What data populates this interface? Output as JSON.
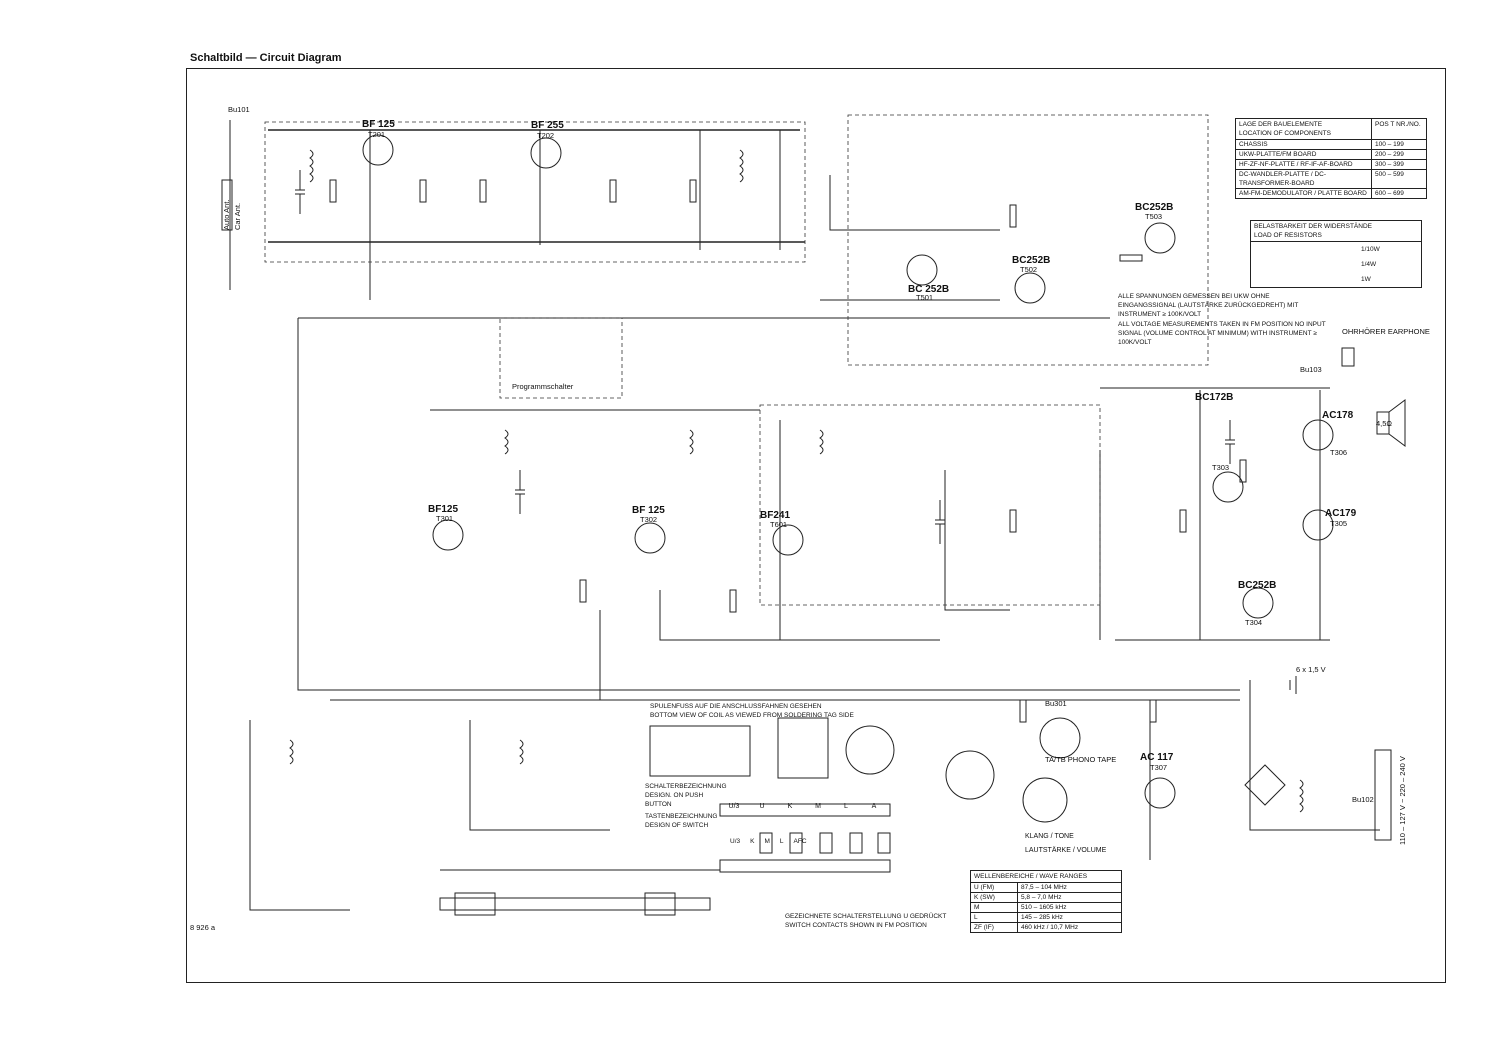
{
  "title": "Schaltbild — Circuit Diagram",
  "footer_code": "8 926 a",
  "transistors": [
    {
      "ref": "T201",
      "type": "BF 125"
    },
    {
      "ref": "T202",
      "type": "BF 255"
    },
    {
      "ref": "T501",
      "type": "BC 252B"
    },
    {
      "ref": "T502",
      "type": "BC252B"
    },
    {
      "ref": "T503",
      "type": "BC252B"
    },
    {
      "ref": "T301",
      "type": "BF125"
    },
    {
      "ref": "T302",
      "type": "BF 125"
    },
    {
      "ref": "T601",
      "type": "BF241"
    },
    {
      "ref": "T303",
      "type": "BC172B"
    },
    {
      "ref": "T304",
      "type": "BC252B"
    },
    {
      "ref": "T305",
      "type": "AC179"
    },
    {
      "ref": "T306",
      "type": "AC178"
    },
    {
      "ref": "T307",
      "type": "AC 117"
    }
  ],
  "location_table": {
    "header_de": "LAGE DER BAUELEMENTE",
    "header_en": "LOCATION OF COMPONENTS",
    "col_pos": "POS T NR./NO.",
    "rows": [
      {
        "board": "CHASSIS",
        "range": "100 – 199"
      },
      {
        "board": "UKW-PLATTE/FM BOARD",
        "range": "200 – 299"
      },
      {
        "board": "HF-ZF-NF-PLATTE / RF-IF-AF-BOARD",
        "range": "300 – 399"
      },
      {
        "board": "DC-WANDLER-PLATTE / DC-TRANSFORMER-BOARD",
        "range": "500 – 599"
      },
      {
        "board": "AM-FM-DEMODULATOR / PLATTE BOARD",
        "range": "600 – 699"
      }
    ]
  },
  "resistor_load": {
    "header_de": "BELASTBARKEIT DER WIDERSTÄNDE",
    "header_en": "LOAD OF RESISTORS",
    "rows": [
      "1/10W",
      "1/4W",
      "1W"
    ]
  },
  "voltage_note_de": "ALLE SPANNUNGEN GEMESSEN BEI UKW OHNE EINGANGSSIGNAL (LAUTSTÄRKE ZURÜCKGEDREHT) MIT INSTRUMENT ≥ 100K/VOLT",
  "voltage_note_en": "ALL VOLTAGE MEASUREMENTS TAKEN IN FM POSITION NO INPUT SIGNAL (VOLUME CONTROL AT MINIMUM) WITH INSTRUMENT ≥ 100K/VOLT",
  "earphone_label": "OHRHÖRER EARPHONE",
  "speaker_label": "4,5Ω",
  "program_switch_label": "Programmschalter",
  "coil_note_de": "SPULENFUSS AUF DIE ANSCHLUSSFAHNEN GESEHEN",
  "coil_note_en": "BOTTOM VIEW OF COIL AS VIEWED FROM SOLDERING TAG SIDE",
  "switch_label_de": "SCHALTERBEZEICHNUNG",
  "switch_label_en": "DESIGN. ON PUSH BUTTON",
  "switch_design_de": "TASTENBEZEICHNUNG",
  "switch_design_en": "DESIGN OF SWITCH",
  "switch_buttons": [
    "U/3",
    "U",
    "K",
    "M",
    "L",
    "A"
  ],
  "switch_keys": [
    "U/3",
    "K",
    "M",
    "L",
    "AFC"
  ],
  "switch_contacts_de": "GEZEICHNETE SCHALTERSTELLUNG U GEDRÜCKT",
  "switch_contacts_en": "SWITCH CONTACTS SHOWN IN FM POSITION",
  "phono_label": "TA/TB PHONO TAPE",
  "klang_label": "KLANG / TONE",
  "laut_label": "LAUTSTÄRKE / VOLUME",
  "wave_table": {
    "header": "WELLENBEREICHE / WAVE RANGES",
    "rows": [
      {
        "band": "U (FM)",
        "range": "87,5 – 104 MHz"
      },
      {
        "band": "K (SW)",
        "range": "5,8 – 7,0 MHz"
      },
      {
        "band": "M",
        "range": "510 – 1605 kHz"
      },
      {
        "band": "L",
        "range": "145 – 285 kHz"
      },
      {
        "band": "ZF (IF)",
        "range": "460 kHz / 10,7 MHz"
      }
    ]
  },
  "battery_label": "6 x 1,5 V",
  "mains_label": "110 – 127 V ~ 220 – 240 V",
  "antenna_labels": [
    "Auto Ant.",
    "Car Ant."
  ],
  "connector_labels": [
    "Bu101",
    "Bu102",
    "Bu103",
    "Bu301"
  ]
}
